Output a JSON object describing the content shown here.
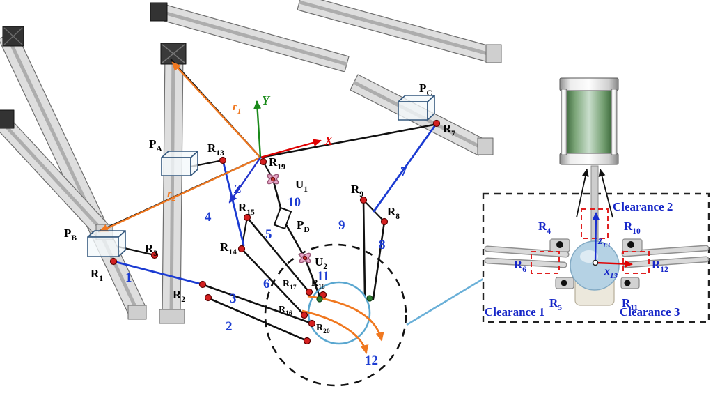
{
  "colors": {
    "link_blue": "#1b3bd2",
    "number_blue": "#1b3bd2",
    "joint_red": "#d42020",
    "green_dot": "#2e7d32",
    "vector_orange": "#f07820",
    "axis_x": "#e00000",
    "axis_y": "#1a8a1a",
    "axis_z": "#2233cc",
    "inset_label_blue": "#1626c8",
    "clearance_box_red": "#e02020",
    "callout_blue": "#6ab0d8"
  },
  "main": {
    "axes": {
      "x": "X",
      "y": "Y",
      "z": "Z"
    },
    "vectors": {
      "r1": {
        "base": "r",
        "sub": "1"
      },
      "r2": {
        "base": "r",
        "sub": "2"
      }
    },
    "prismatic_joints": {
      "PA": {
        "base": "P",
        "sub": "A"
      },
      "PB": {
        "base": "P",
        "sub": "B"
      },
      "PC": {
        "base": "P",
        "sub": "C"
      },
      "PD": {
        "base": "P",
        "sub": "D"
      }
    },
    "revolute_joints": {
      "R1": {
        "base": "R",
        "sub": "1"
      },
      "R2": {
        "base": "R",
        "sub": "2"
      },
      "R3": {
        "base": "R",
        "sub": "3"
      },
      "R7": {
        "base": "R",
        "sub": "7"
      },
      "R8": {
        "base": "R",
        "sub": "8"
      },
      "R9": {
        "base": "R",
        "sub": "9"
      },
      "R13": {
        "base": "R",
        "sub": "13"
      },
      "R14": {
        "base": "R",
        "sub": "14"
      },
      "R15": {
        "base": "R",
        "sub": "15"
      },
      "R16": {
        "base": "R",
        "sub": "16"
      },
      "R17": {
        "base": "R",
        "sub": "17"
      },
      "R18": {
        "base": "R",
        "sub": "18"
      },
      "R19": {
        "base": "R",
        "sub": "19"
      },
      "R20": {
        "base": "R",
        "sub": "20"
      }
    },
    "universal_joints": {
      "U1": {
        "base": "U",
        "sub": "1"
      },
      "U2": {
        "base": "U",
        "sub": "2"
      }
    },
    "link_numbers": [
      "1",
      "2",
      "3",
      "4",
      "5",
      "6",
      "7",
      "8",
      "9",
      "10",
      "11",
      "12"
    ]
  },
  "inset": {
    "clearances": {
      "c1": "Clearance 1",
      "c2": "Clearance 2",
      "c3": "Clearance 3"
    },
    "revolute_joints": {
      "R4": {
        "base": "R",
        "sub": "4"
      },
      "R5": {
        "base": "R",
        "sub": "5"
      },
      "R6": {
        "base": "R",
        "sub": "6"
      },
      "R10": {
        "base": "R",
        "sub": "10"
      },
      "R11": {
        "base": "R",
        "sub": "11"
      },
      "R12": {
        "base": "R",
        "sub": "12"
      }
    },
    "axes": {
      "z13": {
        "base": "z",
        "sub": "13"
      },
      "x13": {
        "base": "x",
        "sub": "13"
      }
    }
  }
}
